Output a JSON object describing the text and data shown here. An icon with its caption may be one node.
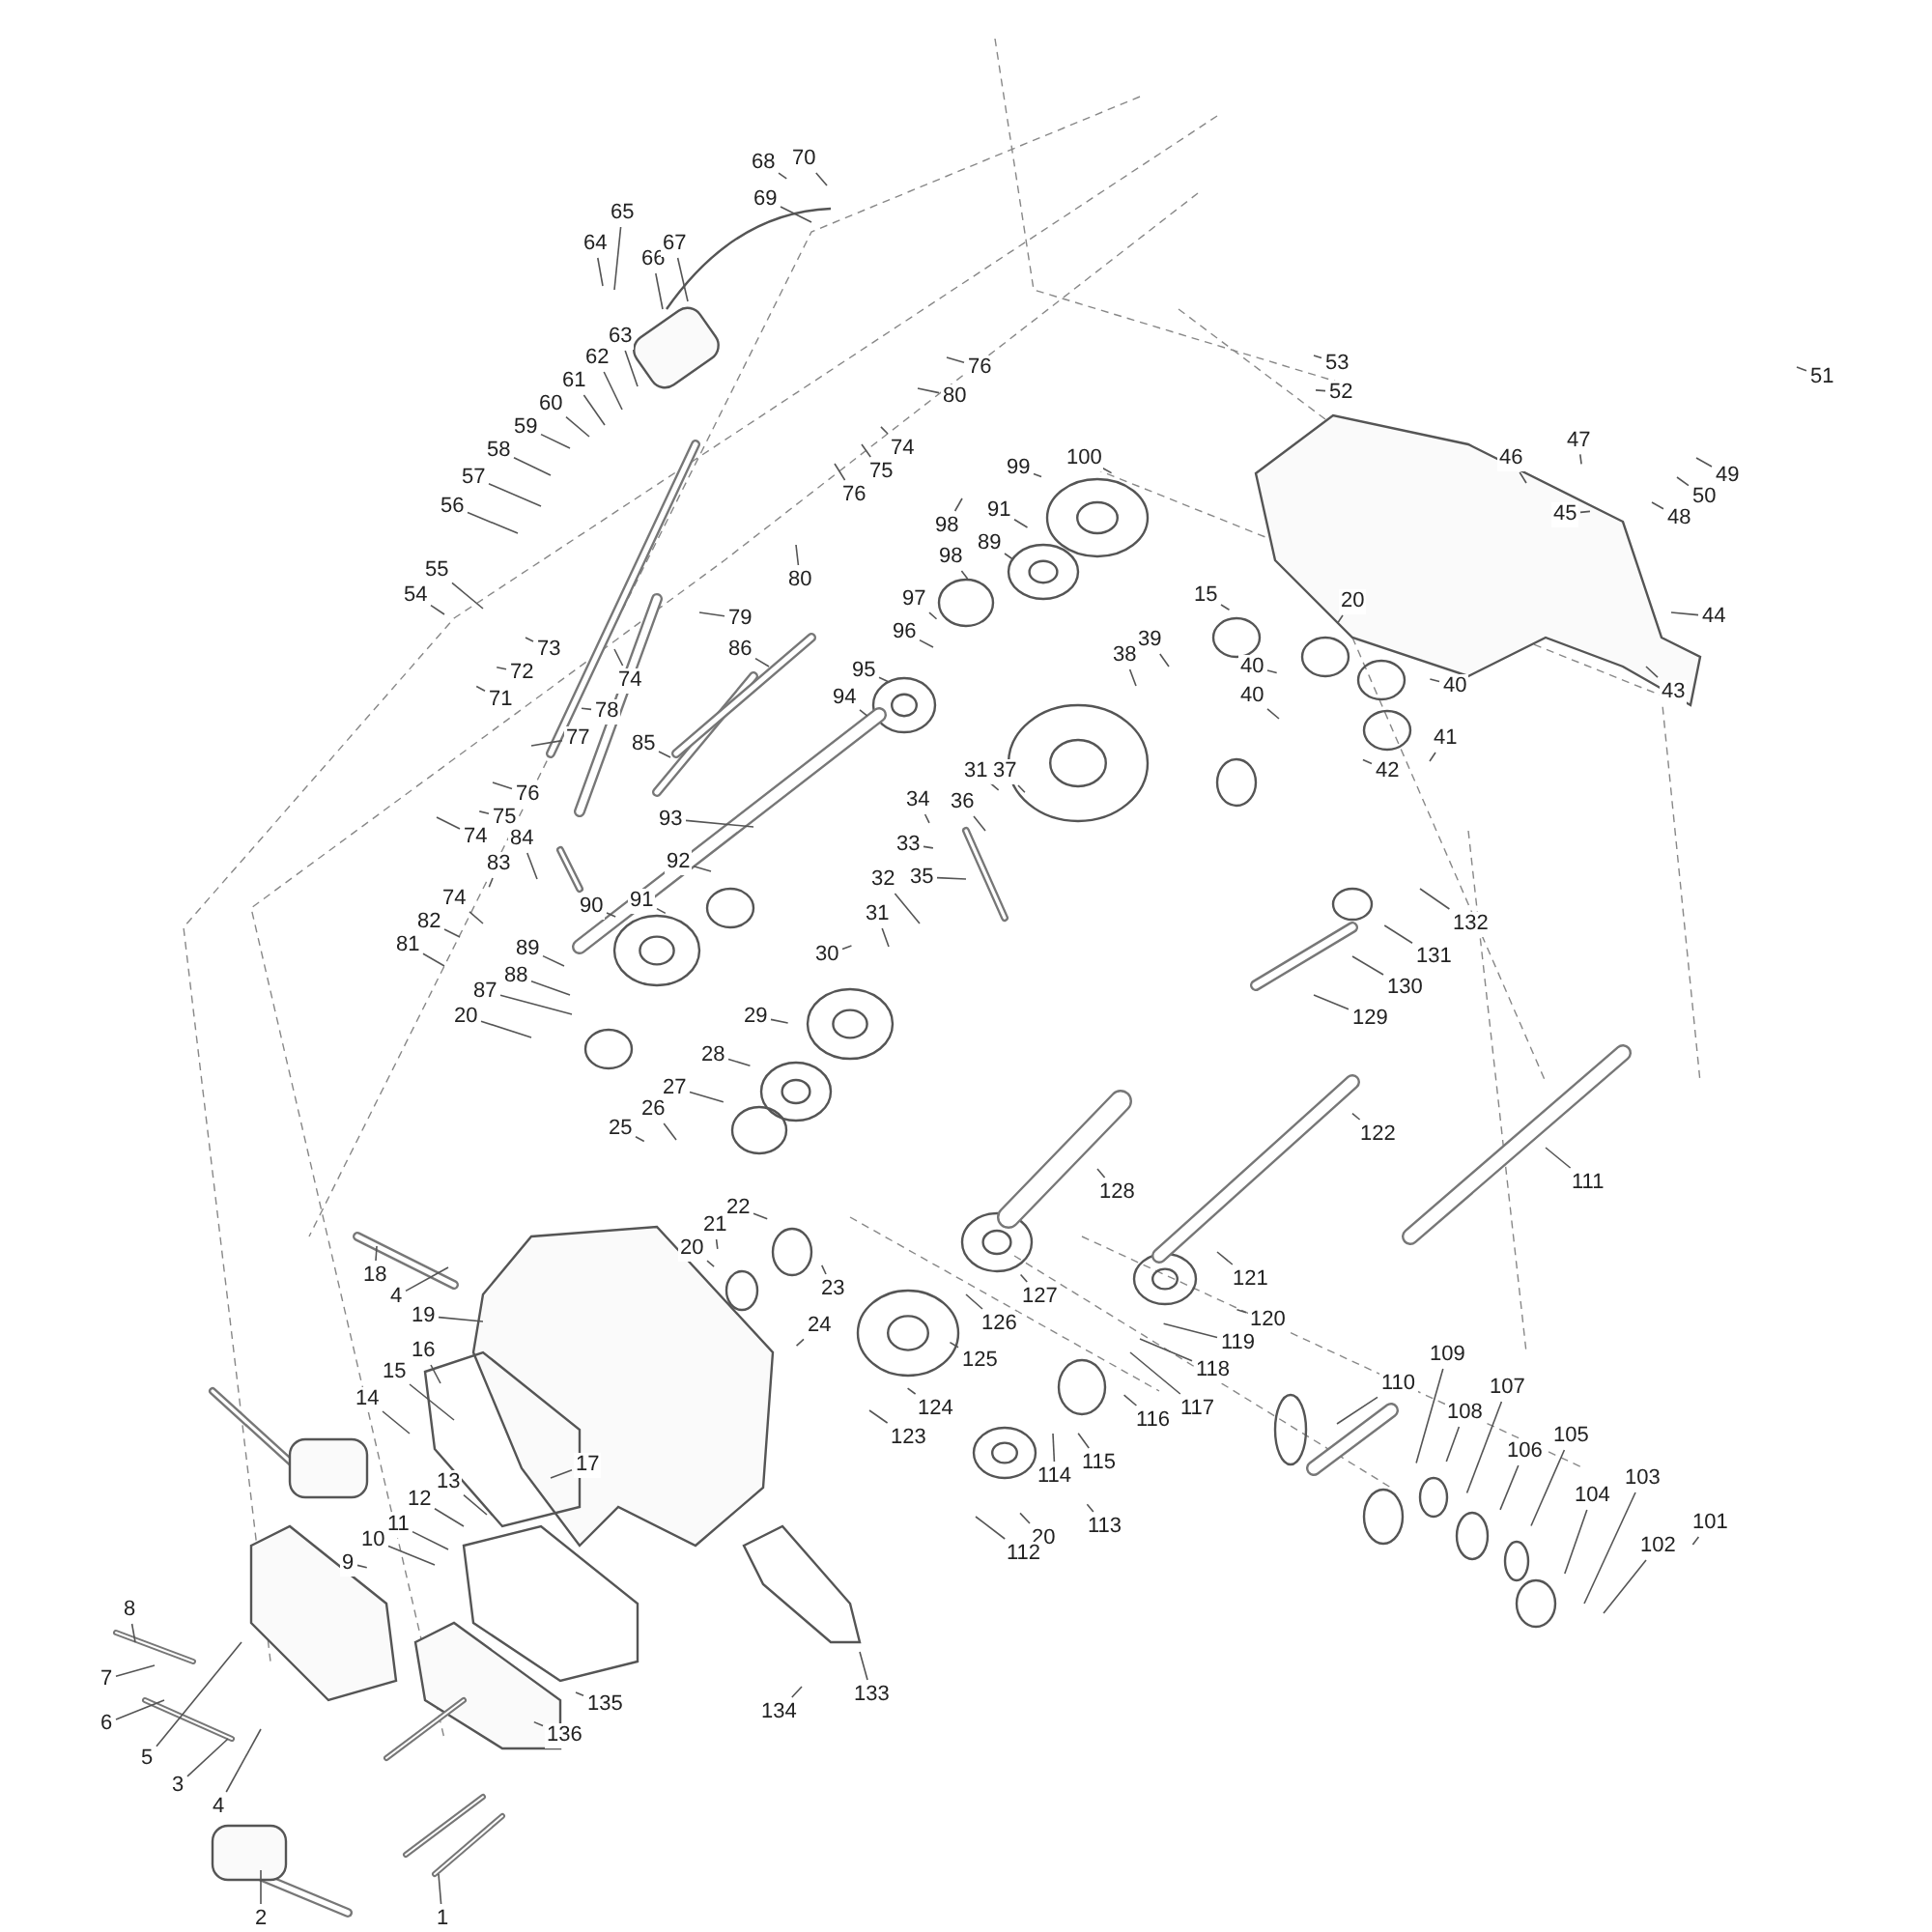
{
  "diagram": {
    "nodes": [
      {
        "text": [
          "68"
        ]
      },
      {
        "text": [
          "70"
        ]
      },
      {
        "text": [
          "69"
        ]
      },
      {
        "text": [
          "65"
        ]
      },
      {
        "text": [
          "64"
        ]
      },
      {
        "text": [
          "66"
        ]
      },
      {
        "text": [
          "67"
        ]
      },
      {
        "text": [
          "63"
        ]
      },
      {
        "text": [
          "62"
        ]
      },
      {
        "text": [
          "61"
        ]
      },
      {
        "text": [
          "60"
        ]
      },
      {
        "text": [
          "59"
        ]
      },
      {
        "text": [
          "58"
        ]
      },
      {
        "text": [
          "57"
        ]
      },
      {
        "text": [
          "56"
        ]
      },
      {
        "text": [
          "55"
        ]
      },
      {
        "text": [
          "54"
        ]
      },
      {
        "text": [
          "73"
        ]
      },
      {
        "text": [
          "72"
        ]
      },
      {
        "text": [
          "71"
        ]
      },
      {
        "text": [
          "74"
        ]
      },
      {
        "text": [
          "78"
        ]
      },
      {
        "text": [
          "77"
        ]
      },
      {
        "text": [
          "76"
        ]
      },
      {
        "text": [
          "75"
        ]
      },
      {
        "text": [
          "74"
        ]
      },
      {
        "text": [
          "84"
        ]
      },
      {
        "text": [
          "83"
        ]
      },
      {
        "text": [
          "74"
        ]
      },
      {
        "text": [
          "82"
        ]
      },
      {
        "text": [
          "81"
        ]
      },
      {
        "text": [
          "89"
        ]
      },
      {
        "text": [
          "88"
        ]
      },
      {
        "text": [
          "87"
        ]
      },
      {
        "text": [
          "20"
        ]
      },
      {
        "text": [
          "90"
        ]
      },
      {
        "text": [
          "91"
        ]
      },
      {
        "text": [
          "92"
        ]
      },
      {
        "text": [
          "93"
        ]
      },
      {
        "text": [
          "85"
        ]
      },
      {
        "text": [
          "79"
        ]
      },
      {
        "text": [
          "86"
        ]
      },
      {
        "text": [
          "76"
        ]
      },
      {
        "text": [
          "80"
        ]
      },
      {
        "text": [
          "74"
        ]
      },
      {
        "text": [
          "75"
        ]
      },
      {
        "text": [
          "76"
        ]
      },
      {
        "text": [
          "80"
        ]
      },
      {
        "text": [
          "99"
        ]
      },
      {
        "text": [
          "100"
        ]
      },
      {
        "text": [
          "91"
        ]
      },
      {
        "text": [
          "98"
        ]
      },
      {
        "text": [
          "89"
        ]
      },
      {
        "text": [
          "98"
        ]
      },
      {
        "text": [
          "97"
        ]
      },
      {
        "text": [
          "96"
        ]
      },
      {
        "text": [
          "95"
        ]
      },
      {
        "text": [
          "94"
        ]
      },
      {
        "text": [
          "53"
        ]
      },
      {
        "text": [
          "52"
        ]
      },
      {
        "text": [
          "15"
        ]
      },
      {
        "text": [
          "20"
        ]
      },
      {
        "text": [
          "39"
        ]
      },
      {
        "text": [
          "38"
        ]
      },
      {
        "text": [
          "40"
        ]
      },
      {
        "text": [
          "40"
        ]
      },
      {
        "text": [
          "40"
        ]
      },
      {
        "text": [
          "41"
        ]
      },
      {
        "text": [
          "42"
        ]
      },
      {
        "text": [
          "46"
        ]
      },
      {
        "text": [
          "47"
        ]
      },
      {
        "text": [
          "45"
        ]
      },
      {
        "text": [
          "48"
        ]
      },
      {
        "text": [
          "50"
        ]
      },
      {
        "text": [
          "49"
        ]
      },
      {
        "text": [
          "51"
        ]
      },
      {
        "text": [
          "44"
        ]
      },
      {
        "text": [
          "43"
        ]
      },
      {
        "text": [
          "34"
        ]
      },
      {
        "text": [
          "36"
        ]
      },
      {
        "text": [
          "31"
        ]
      },
      {
        "text": [
          "37"
        ]
      },
      {
        "text": [
          "33"
        ]
      },
      {
        "text": [
          "35"
        ]
      },
      {
        "text": [
          "32"
        ]
      },
      {
        "text": [
          "31"
        ]
      },
      {
        "text": [
          "30"
        ]
      },
      {
        "text": [
          "29"
        ]
      },
      {
        "text": [
          "28"
        ]
      },
      {
        "text": [
          "27"
        ]
      },
      {
        "text": [
          "26"
        ]
      },
      {
        "text": [
          "25"
        ]
      },
      {
        "text": [
          "132"
        ]
      },
      {
        "text": [
          "131"
        ]
      },
      {
        "text": [
          "130"
        ]
      },
      {
        "text": [
          "129"
        ]
      },
      {
        "text": [
          "122"
        ]
      },
      {
        "text": [
          "111"
        ]
      },
      {
        "text": [
          "128"
        ]
      },
      {
        "text": [
          "21"
        ]
      },
      {
        "text": [
          "22"
        ]
      },
      {
        "text": [
          "20"
        ]
      },
      {
        "text": [
          "23"
        ]
      },
      {
        "text": [
          "24"
        ]
      },
      {
        "text": [
          "18"
        ]
      },
      {
        "text": [
          "4"
        ]
      },
      {
        "text": [
          "19"
        ]
      },
      {
        "text": [
          "16"
        ]
      },
      {
        "text": [
          "15"
        ]
      },
      {
        "text": [
          "14"
        ]
      },
      {
        "text": [
          "13"
        ]
      },
      {
        "text": [
          "12"
        ]
      },
      {
        "text": [
          "11"
        ]
      },
      {
        "text": [
          "10"
        ]
      },
      {
        "text": [
          "9"
        ]
      },
      {
        "text": [
          "17"
        ]
      },
      {
        "text": [
          "8"
        ]
      },
      {
        "text": [
          "7"
        ]
      },
      {
        "text": [
          "6"
        ]
      },
      {
        "text": [
          "5"
        ]
      },
      {
        "text": [
          "3"
        ]
      },
      {
        "text": [
          "4"
        ]
      },
      {
        "text": [
          "2"
        ]
      },
      {
        "text": [
          "1"
        ]
      },
      {
        "text": [
          "135"
        ]
      },
      {
        "text": [
          "136"
        ]
      },
      {
        "text": [
          "134"
        ]
      },
      {
        "text": [
          "133"
        ]
      },
      {
        "text": [
          "121"
        ]
      },
      {
        "text": [
          "120"
        ]
      },
      {
        "text": [
          "119"
        ]
      },
      {
        "text": [
          "118"
        ]
      },
      {
        "text": [
          "117"
        ]
      },
      {
        "text": [
          "116"
        ]
      },
      {
        "text": [
          "115"
        ]
      },
      {
        "text": [
          "114"
        ]
      },
      {
        "text": [
          "113"
        ]
      },
      {
        "text": [
          "20"
        ]
      },
      {
        "text": [
          "112"
        ]
      },
      {
        "text": [
          "127"
        ]
      },
      {
        "text": [
          "126"
        ]
      },
      {
        "text": [
          "125"
        ]
      },
      {
        "text": [
          "124"
        ]
      },
      {
        "text": [
          "123"
        ]
      },
      {
        "text": [
          "110"
        ]
      },
      {
        "text": [
          "109"
        ]
      },
      {
        "text": [
          "108"
        ]
      },
      {
        "text": [
          "107"
        ]
      },
      {
        "text": [
          "106"
        ]
      },
      {
        "text": [
          "105"
        ]
      },
      {
        "text": [
          "104"
        ]
      },
      {
        "text": [
          "103"
        ]
      },
      {
        "text": [
          "102"
        ]
      },
      {
        "text": [
          "101"
        ]
      }
    ],
    "edges": [
      {
        "from": 0,
        "to": null,
        "arrow": "none"
      },
      {
        "from": 1,
        "to": null,
        "arrow": "none"
      },
      {
        "from": 2,
        "to": null,
        "arrow": "none"
      },
      {
        "from": 3,
        "to": null,
        "arrow": "none"
      },
      {
        "from": 4,
        "to": null,
        "arrow": "none"
      },
      {
        "from": 5,
        "to": null,
        "arrow": "none"
      },
      {
        "from": 6,
        "to": null,
        "arrow": "none"
      },
      {
        "from": 7,
        "to": null,
        "arrow": "none"
      },
      {
        "from": 8,
        "to": null,
        "arrow": "none"
      },
      {
        "from": 9,
        "to": null,
        "arrow": "none"
      },
      {
        "from": 10,
        "to": null,
        "arrow": "none"
      },
      {
        "from": 11,
        "to": null,
        "arrow": "none"
      },
      {
        "from": 12,
        "to": null,
        "arrow": "none"
      },
      {
        "from": 13,
        "to": null,
        "arrow": "none"
      },
      {
        "from": 14,
        "to": null,
        "arrow": "none"
      },
      {
        "from": 15,
        "to": null,
        "arrow": "none"
      },
      {
        "from": 16,
        "to": null,
        "arrow": "none"
      },
      {
        "from": 17,
        "to": null,
        "arrow": "none"
      },
      {
        "from": 18,
        "to": null,
        "arrow": "none"
      },
      {
        "from": 19,
        "to": null,
        "arrow": "none"
      },
      {
        "from": 20,
        "to": null,
        "arrow": "none"
      },
      {
        "from": 21,
        "to": null,
        "arrow": "none"
      },
      {
        "from": 22,
        "to": null,
        "arrow": "none"
      },
      {
        "from": 23,
        "to": null,
        "arrow": "none"
      },
      {
        "from": 24,
        "to": null,
        "arrow": "none"
      },
      {
        "from": 25,
        "to": null,
        "arrow": "none"
      },
      {
        "from": 26,
        "to": null,
        "arrow": "none"
      },
      {
        "from": 27,
        "to": null,
        "arrow": "none"
      },
      {
        "from": 28,
        "to": null,
        "arrow": "none"
      },
      {
        "from": 29,
        "to": null,
        "arrow": "none"
      },
      {
        "from": 30,
        "to": null,
        "arrow": "none"
      },
      {
        "from": 31,
        "to": null,
        "arrow": "none"
      },
      {
        "from": 32,
        "to": null,
        "arrow": "none"
      },
      {
        "from": 33,
        "to": null,
        "arrow": "none"
      },
      {
        "from": 34,
        "to": null,
        "arrow": "none"
      },
      {
        "from": 35,
        "to": null,
        "arrow": "none"
      },
      {
        "from": 36,
        "to": null,
        "arrow": "none"
      },
      {
        "from": 37,
        "to": null,
        "arrow": "none"
      },
      {
        "from": 38,
        "to": null,
        "arrow": "none"
      },
      {
        "from": 39,
        "to": null,
        "arrow": "none"
      },
      {
        "from": 40,
        "to": null,
        "arrow": "none"
      },
      {
        "from": 41,
        "to": null,
        "arrow": "none"
      },
      {
        "from": 42,
        "to": null,
        "arrow": "none"
      },
      {
        "from": 43,
        "to": null,
        "arrow": "none"
      },
      {
        "from": 44,
        "to": null,
        "arrow": "none"
      },
      {
        "from": 45,
        "to": null,
        "arrow": "none"
      },
      {
        "from": 46,
        "to": null,
        "arrow": "none"
      },
      {
        "from": 47,
        "to": null,
        "arrow": "none"
      },
      {
        "from": 48,
        "to": null,
        "arrow": "none"
      },
      {
        "from": 49,
        "to": null,
        "arrow": "none"
      },
      {
        "from": 50,
        "to": null,
        "arrow": "none"
      },
      {
        "from": 51,
        "to": null,
        "arrow": "none"
      },
      {
        "from": 52,
        "to": null,
        "arrow": "none"
      },
      {
        "from": 53,
        "to": null,
        "arrow": "none"
      },
      {
        "from": 54,
        "to": null,
        "arrow": "none"
      },
      {
        "from": 55,
        "to": null,
        "arrow": "none"
      },
      {
        "from": 56,
        "to": null,
        "arrow": "none"
      },
      {
        "from": 57,
        "to": null,
        "arrow": "none"
      },
      {
        "from": 58,
        "to": null,
        "arrow": "none"
      },
      {
        "from": 59,
        "to": null,
        "arrow": "none"
      },
      {
        "from": 60,
        "to": null,
        "arrow": "none"
      },
      {
        "from": 61,
        "to": null,
        "arrow": "none"
      },
      {
        "from": 62,
        "to": null,
        "arrow": "none"
      },
      {
        "from": 63,
        "to": null,
        "arrow": "none"
      },
      {
        "from": 64,
        "to": null,
        "arrow": "none"
      },
      {
        "from": 65,
        "to": null,
        "arrow": "none"
      },
      {
        "from": 66,
        "to": null,
        "arrow": "none"
      },
      {
        "from": 67,
        "to": null,
        "arrow": "none"
      },
      {
        "from": 68,
        "to": null,
        "arrow": "none"
      },
      {
        "from": 69,
        "to": null,
        "arrow": "none"
      },
      {
        "from": 70,
        "to": null,
        "arrow": "none"
      },
      {
        "from": 71,
        "to": null,
        "arrow": "none"
      },
      {
        "from": 72,
        "to": null,
        "arrow": "none"
      },
      {
        "from": 73,
        "to": null,
        "arrow": "none"
      },
      {
        "from": 74,
        "to": null,
        "arrow": "none"
      },
      {
        "from": 75,
        "to": null,
        "arrow": "none"
      },
      {
        "from": 76,
        "to": null,
        "arrow": "none"
      },
      {
        "from": 77,
        "to": null,
        "arrow": "none"
      },
      {
        "from": 78,
        "to": null,
        "arrow": "none"
      },
      {
        "from": 79,
        "to": null,
        "arrow": "none"
      },
      {
        "from": 80,
        "to": null,
        "arrow": "none"
      },
      {
        "from": 81,
        "to": null,
        "arrow": "none"
      },
      {
        "from": 82,
        "to": null,
        "arrow": "none"
      },
      {
        "from": 83,
        "to": null,
        "arrow": "none"
      },
      {
        "from": 84,
        "to": null,
        "arrow": "none"
      },
      {
        "from": 85,
        "to": null,
        "arrow": "none"
      },
      {
        "from": 86,
        "to": null,
        "arrow": "none"
      },
      {
        "from": 87,
        "to": null,
        "arrow": "none"
      },
      {
        "from": 88,
        "to": null,
        "arrow": "none"
      },
      {
        "from": 89,
        "to": null,
        "arrow": "none"
      },
      {
        "from": 90,
        "to": null,
        "arrow": "none"
      },
      {
        "from": 91,
        "to": null,
        "arrow": "none"
      },
      {
        "from": 92,
        "to": null,
        "arrow": "none"
      },
      {
        "from": 93,
        "to": null,
        "arrow": "none"
      },
      {
        "from": 94,
        "to": null,
        "arrow": "none"
      },
      {
        "from": 95,
        "to": null,
        "arrow": "none"
      },
      {
        "from": 96,
        "to": null,
        "arrow": "none"
      },
      {
        "from": 97,
        "to": null,
        "arrow": "none"
      },
      {
        "from": 98,
        "to": null,
        "arrow": "none"
      },
      {
        "from": 99,
        "to": null,
        "arrow": "none"
      },
      {
        "from": 100,
        "to": null,
        "arrow": "none"
      },
      {
        "from": 101,
        "to": null,
        "arrow": "none"
      },
      {
        "from": 102,
        "to": null,
        "arrow": "none"
      },
      {
        "from": 103,
        "to": null,
        "arrow": "none"
      },
      {
        "from": 104,
        "to": null,
        "arrow": "none"
      },
      {
        "from": 105,
        "to": null,
        "arrow": "none"
      },
      {
        "from": 106,
        "to": null,
        "arrow": "none"
      },
      {
        "from": 107,
        "to": null,
        "arrow": "none"
      },
      {
        "from": 108,
        "to": null,
        "arrow": "none"
      },
      {
        "from": 109,
        "to": null,
        "arrow": "none"
      },
      {
        "from": 110,
        "to": null,
        "arrow": "none"
      },
      {
        "from": 111,
        "to": null,
        "arrow": "none"
      },
      {
        "from": 112,
        "to": null,
        "arrow": "none"
      },
      {
        "from": 113,
        "to": null,
        "arrow": "none"
      },
      {
        "from": 114,
        "to": null,
        "arrow": "none"
      },
      {
        "from": 115,
        "to": null,
        "arrow": "none"
      },
      {
        "from": 116,
        "to": null,
        "arrow": "none"
      },
      {
        "from": 117,
        "to": null,
        "arrow": "none"
      },
      {
        "from": 118,
        "to": null,
        "arrow": "none"
      },
      {
        "from": 119,
        "to": null,
        "arrow": "none"
      },
      {
        "from": 120,
        "to": null,
        "arrow": "none"
      },
      {
        "from": 121,
        "to": null,
        "arrow": "none"
      },
      {
        "from": 122,
        "to": null,
        "arrow": "none"
      },
      {
        "from": 123,
        "to": null,
        "arrow": "none"
      },
      {
        "from": 124,
        "to": null,
        "arrow": "none"
      },
      {
        "from": 125,
        "to": null,
        "arrow": "none"
      },
      {
        "from": 126,
        "to": null,
        "arrow": "none"
      },
      {
        "from": 127,
        "to": null,
        "arrow": "none"
      },
      {
        "from": 128,
        "to": null,
        "arrow": "none"
      },
      {
        "from": 129,
        "to": null,
        "arrow": "none"
      },
      {
        "from": 130,
        "to": null,
        "arrow": "none"
      },
      {
        "from": 131,
        "to": null,
        "arrow": "none"
      },
      {
        "from": 132,
        "to": null,
        "arrow": "none"
      },
      {
        "from": 133,
        "to": null,
        "arrow": "none"
      },
      {
        "from": 134,
        "to": null,
        "arrow": "none"
      },
      {
        "from": 135,
        "to": null,
        "arrow": "none"
      },
      {
        "from": 136,
        "to": null,
        "arrow": "none"
      },
      {
        "from": 137,
        "to": null,
        "arrow": "none"
      },
      {
        "from": 138,
        "to": null,
        "arrow": "none"
      },
      {
        "from": 139,
        "to": null,
        "arrow": "none"
      },
      {
        "from": 140,
        "to": null,
        "arrow": "none"
      },
      {
        "from": 141,
        "to": null,
        "arrow": "none"
      },
      {
        "from": 142,
        "to": null,
        "arrow": "none"
      },
      {
        "from": 143,
        "to": null,
        "arrow": "none"
      },
      {
        "from": 144,
        "to": null,
        "arrow": "none"
      },
      {
        "from": 145,
        "to": null,
        "arrow": "none"
      },
      {
        "from": 146,
        "to": null,
        "arrow": "none"
      },
      {
        "from": 147,
        "to": null,
        "arrow": "none"
      },
      {
        "from": 148,
        "to": null,
        "arrow": "none"
      },
      {
        "from": 149,
        "to": null,
        "arrow": "none"
      },
      {
        "from": 150,
        "to": null,
        "arrow": "none"
      },
      {
        "from": 151,
        "to": null,
        "arrow": "none"
      },
      {
        "from": 152,
        "to": null,
        "arrow": "none"
      },
      {
        "from": 153,
        "to": null,
        "arrow": "none"
      }
    ]
  }
}
